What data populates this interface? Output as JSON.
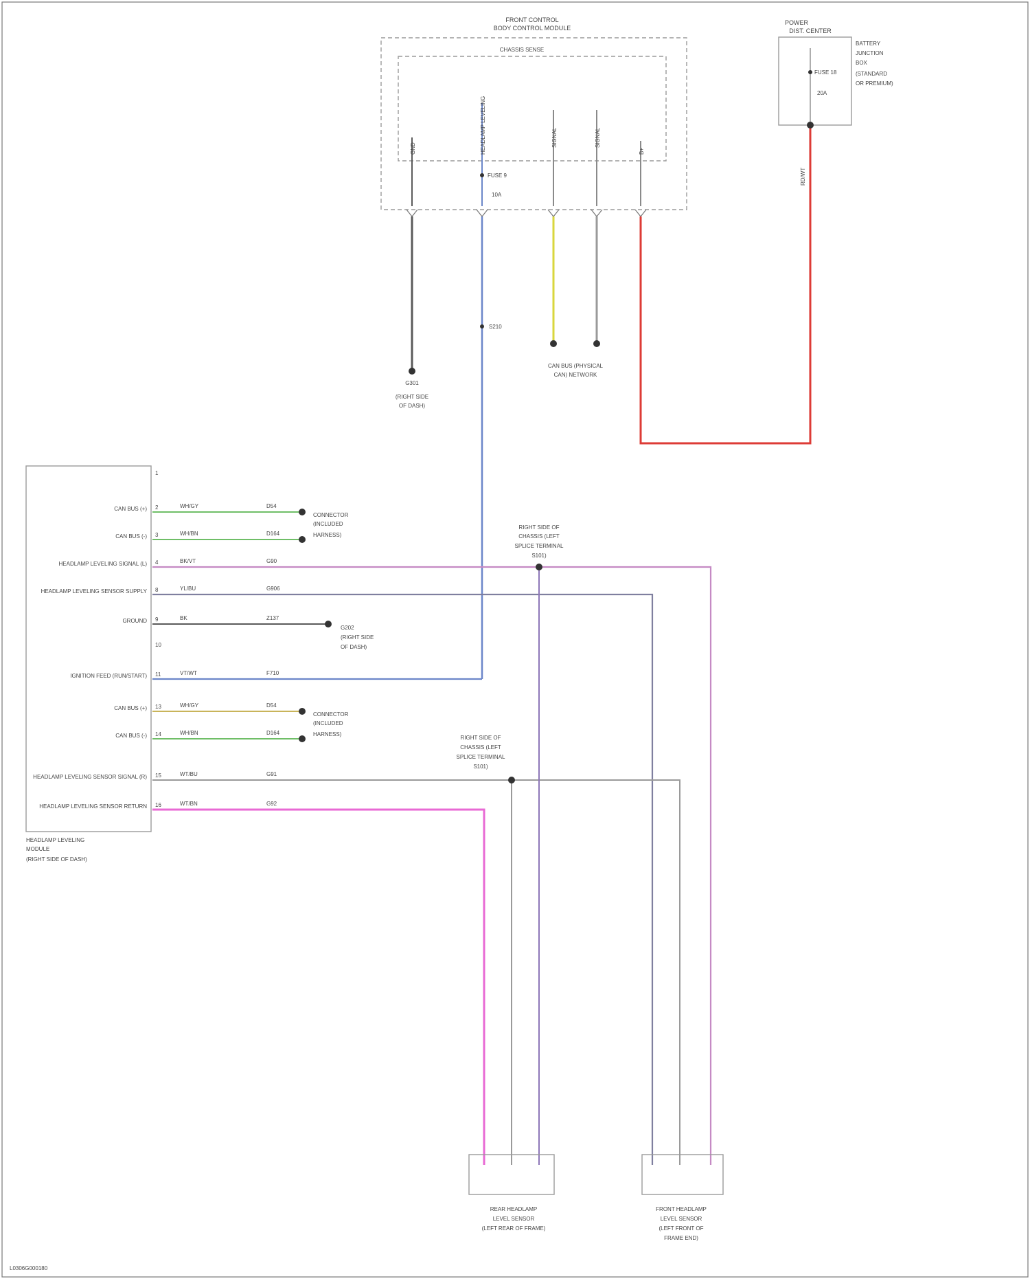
{
  "blocks": {
    "bcm": {
      "title_line1": "FRONT CONTROL",
      "title_line2": "BODY CONTROL MODULE",
      "inner_title": "CHASSIS SENSE",
      "fuse_label": "FUSE 9",
      "fuse_amp": "10A",
      "pin_labels": [
        "GND",
        "HEADLAMP LEVELING",
        "SIGNAL",
        "SIGNAL",
        "B+"
      ]
    },
    "pdc": {
      "title_line1": "POWER",
      "title_line2": "DIST. CENTER",
      "side_label": [
        "BATTERY",
        "JUNCTION",
        "BOX",
        "(STANDARD",
        "OR PREMIUM)"
      ],
      "fuse_label": "FUSE 18",
      "fuse_amp": "20A",
      "wire": "RD/WT"
    },
    "hlm": {
      "title": [
        "HEADLAMP LEVELING",
        "MODULE",
        "(RIGHT SIDE OF DASH)"
      ],
      "rows": [
        {
          "pin": "1",
          "name": "",
          "color": "",
          "circuit": ""
        },
        {
          "pin": "2",
          "name": "CAN BUS (+)",
          "color": "WH/GY",
          "circuit": "D54"
        },
        {
          "pin": "3",
          "name": "CAN BUS (-)",
          "color": "WH/BN",
          "circuit": "D164"
        },
        {
          "pin": "4",
          "name": "HEADLAMP LEVELING SIGNAL (L)",
          "color": "BK/VT",
          "circuit": "G90"
        },
        {
          "pin": "8",
          "name": "HEADLAMP LEVELING SENSOR SUPPLY",
          "color": "YL/BU",
          "circuit": "G906"
        },
        {
          "pin": "9",
          "name": "GROUND",
          "color": "BK",
          "circuit": "Z137"
        },
        {
          "pin": "10",
          "name": "",
          "color": "",
          "circuit": ""
        },
        {
          "pin": "11",
          "name": "IGNITION FEED (RUN/START)",
          "color": "VT/WT",
          "circuit": "F710"
        },
        {
          "pin": "13",
          "name": "CAN BUS (+)",
          "color": "WH/GY",
          "circuit": "D54"
        },
        {
          "pin": "14",
          "name": "CAN BUS (-)",
          "color": "WH/BN",
          "circuit": "D164"
        },
        {
          "pin": "15",
          "name": "HEADLAMP LEVELING SENSOR SIGNAL (R)",
          "color": "WT/BU",
          "circuit": "G91"
        },
        {
          "pin": "16",
          "name": "HEADLAMP LEVELING SENSOR RETURN",
          "color": "WT/BN",
          "circuit": "G92"
        }
      ]
    },
    "can_splice_1": [
      "CONNECTOR",
      "(INCLUDED",
      "HARNESS)"
    ],
    "can_splice_2": [
      "CONNECTOR",
      "(INCLUDED",
      "HARNESS)"
    ],
    "ground_top": [
      "G301",
      "(RIGHT SIDE",
      "OF DASH)"
    ],
    "ground_mid": [
      "G202",
      "(RIGHT SIDE",
      "OF DASH)"
    ],
    "splice_right": [
      "RIGHT SIDE OF",
      "CHASSIS (LEFT",
      "SPLICE TERMINAL",
      "S101)"
    ],
    "splice_left": [
      "RIGHT SIDE OF",
      "CHASSIS (LEFT",
      "SPLICE TERMINAL",
      "S101)"
    ],
    "splice_s_label": "S210",
    "can_bus_label": [
      "CAN BUS (PHYSICAL",
      "CAN) NETWORK"
    ],
    "sensor_rear": [
      "REAR HEADLAMP",
      "LEVEL SENSOR",
      "(LEFT REAR OF FRAME)"
    ],
    "sensor_front": [
      "FRONT HEADLAMP",
      "LEVEL SENSOR",
      "(LEFT FRONT OF",
      "FRAME END)"
    ],
    "footer": "L0306G000180"
  },
  "colors": {
    "red": "#dd3b36",
    "yellow": "#d9d63d",
    "purple": "#8e78b8",
    "violet": "#c58ac4",
    "pink": "#e86ad4",
    "green": "#6fbe67",
    "blue": "#6b86c9",
    "dark": "#5a5a5a",
    "gray": "#8a8a8a"
  }
}
